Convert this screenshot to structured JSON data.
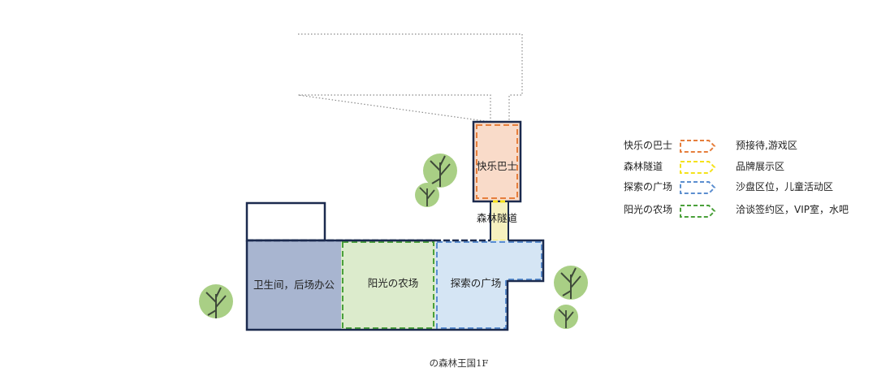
{
  "colors": {
    "outline": "#1b2a4e",
    "dotted": "#8a8a8a",
    "tree": "#a9cf85",
    "tree_branch": "#3f4a3a"
  },
  "zones": {
    "bus": {
      "label": "快乐巴士",
      "fill": "#f9dbc9",
      "dash": "#e67e3c"
    },
    "tunnel": {
      "label": "森林隧道",
      "fill": "#f6f1bf",
      "dash": "#f5e21a"
    },
    "restroom": {
      "label": "卫生间，后场办公",
      "fill": "#a8b5d0"
    },
    "farm": {
      "label": "阳光の农场",
      "fill": "#dcebcc",
      "dash": "#4aa03a"
    },
    "plaza": {
      "label": "探索の广场",
      "fill": "#d5e5f4",
      "dash": "#5b8ed0"
    }
  },
  "legend": [
    {
      "name": "快乐の巴士",
      "desc": "预接待,游戏区",
      "color": "#e67e3c"
    },
    {
      "name": "森林隧道",
      "desc": "品牌展示区",
      "color": "#f5e21a"
    },
    {
      "name": "探索の广场",
      "desc": "沙盘区位，儿童活动区",
      "color": "#5b8ed0"
    },
    {
      "name": "阳光の农场",
      "desc": "洽谈签约区，VIP室，水吧",
      "color": "#4aa03a"
    }
  ],
  "caption": "の森林王国1F"
}
